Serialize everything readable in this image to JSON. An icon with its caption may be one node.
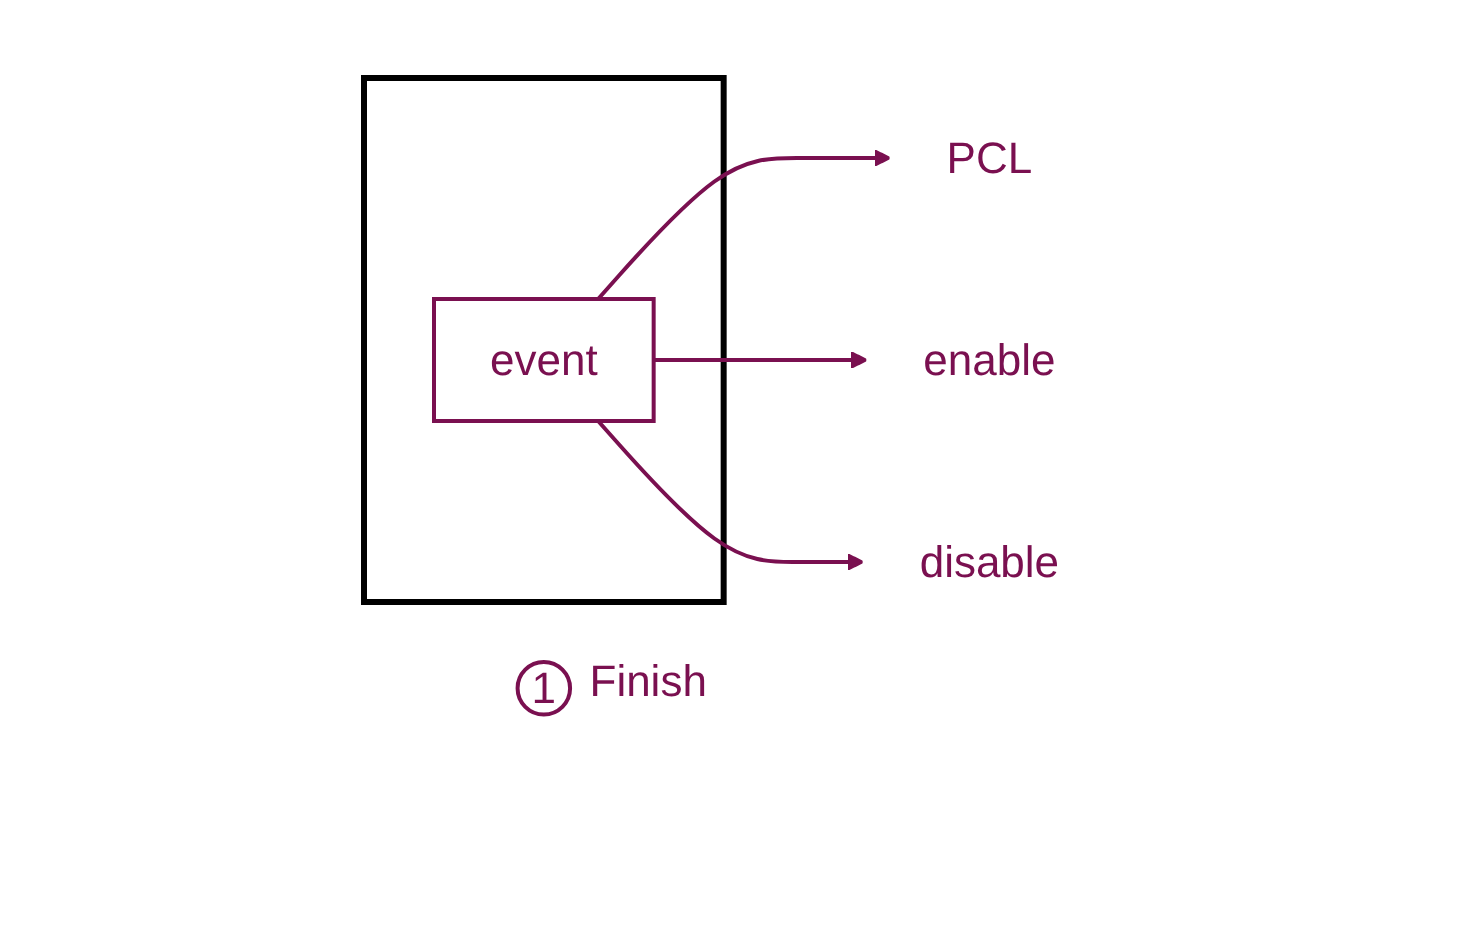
{
  "diagram": {
    "nodes": [
      {
        "text": [],
        "shape": "box"
      },
      {
        "text": [
          "event"
        ],
        "in": 0
      },
      {
        "text": [
          "PCL"
        ]
      },
      {
        "text": [
          "enable"
        ]
      },
      {
        "text": [
          "disable"
        ]
      },
      {
        "text": [
          "1"
        ],
        "beside": [
          "Finish"
        ]
      }
    ],
    "edges": [
      {
        "from": 1,
        "to": 2,
        "arrow": "to"
      },
      {
        "from": 1,
        "to": 3,
        "arrow": "to"
      },
      {
        "from": 1,
        "to": 4,
        "arrow": "to"
      }
    ]
  }
}
